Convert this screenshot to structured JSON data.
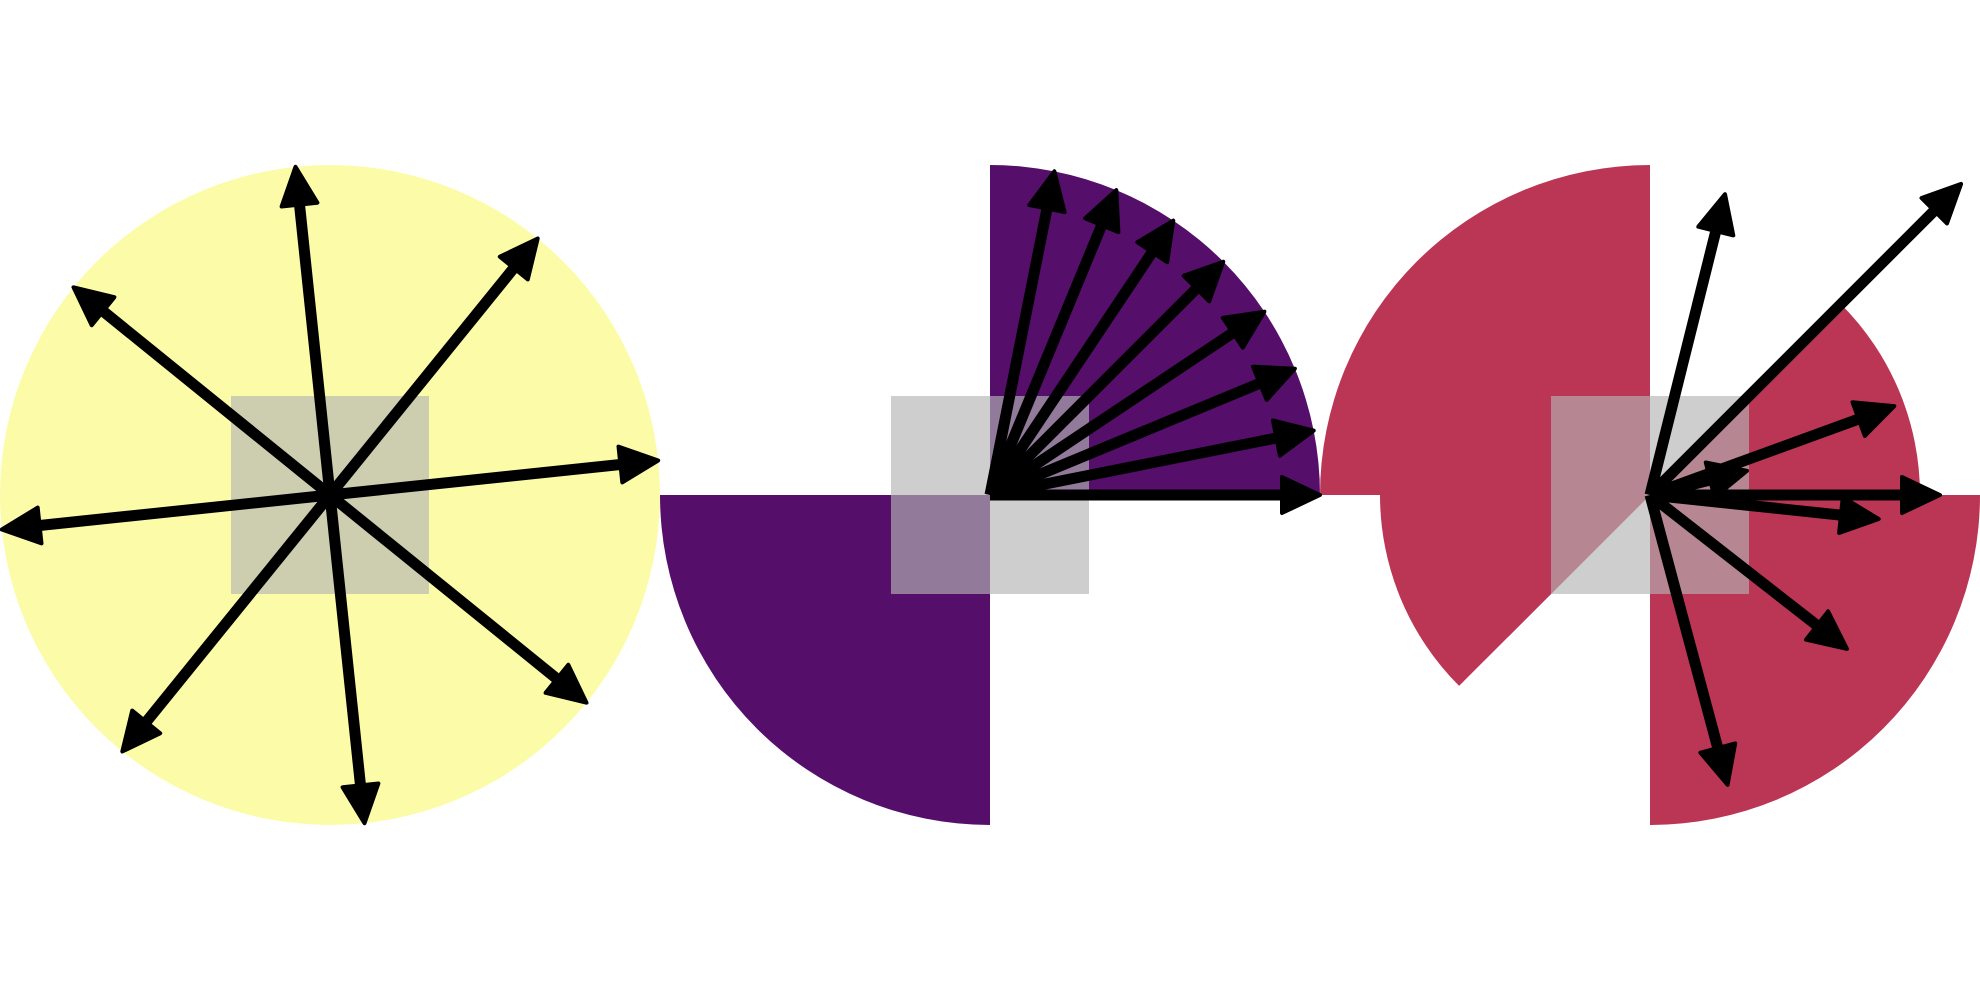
{
  "colors": {
    "background": "#ffffff",
    "arrow": "#000000",
    "gray_square": "#b3b3b3",
    "yellow": "#fcfca8",
    "purple": "#550f6a",
    "red": "#bb3654"
  },
  "panels": [
    {
      "name": "yellow-circle-panel",
      "fill_key": "yellow",
      "shape": "full-circle",
      "arrow_directions_deg": [
        96,
        51,
        141,
        6,
        186,
        231,
        276,
        321
      ]
    },
    {
      "name": "purple-quarters-panel",
      "fill_key": "purple",
      "shape": "two-quarter-disks",
      "arrow_directions_deg": [
        0,
        11.25,
        22.5,
        33.75,
        45,
        56.25,
        67.5,
        78.75
      ]
    },
    {
      "name": "red-rotated-panel",
      "fill_key": "red",
      "shape": "rotated-sectors",
      "arrow_directions_deg": [
        14,
        45,
        76,
        20,
        354,
        0,
        322,
        285
      ]
    }
  ]
}
